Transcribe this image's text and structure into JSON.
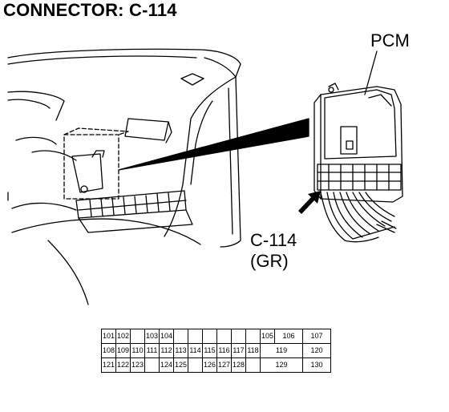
{
  "title": "CONNECTOR: C-114",
  "labels": {
    "pcm": "PCM",
    "connector_id": "C-114",
    "connector_color": "(GR)"
  },
  "pinout": {
    "rows": [
      [
        "101",
        "102",
        "",
        "103",
        "104",
        "",
        "",
        "",
        "",
        "",
        "",
        "105",
        "106",
        "107"
      ],
      [
        "108",
        "109",
        "110",
        "111",
        "112",
        "113",
        "114",
        "115",
        "116",
        "117",
        "118",
        "119",
        "120"
      ],
      [
        "121",
        "122",
        "123",
        "",
        "124",
        "125",
        "",
        "126",
        "127",
        "128",
        "",
        "129",
        "130"
      ]
    ]
  },
  "icons": [
    "dashboard-illustration",
    "pcm-module-illustration",
    "callout-arrow-icon"
  ]
}
